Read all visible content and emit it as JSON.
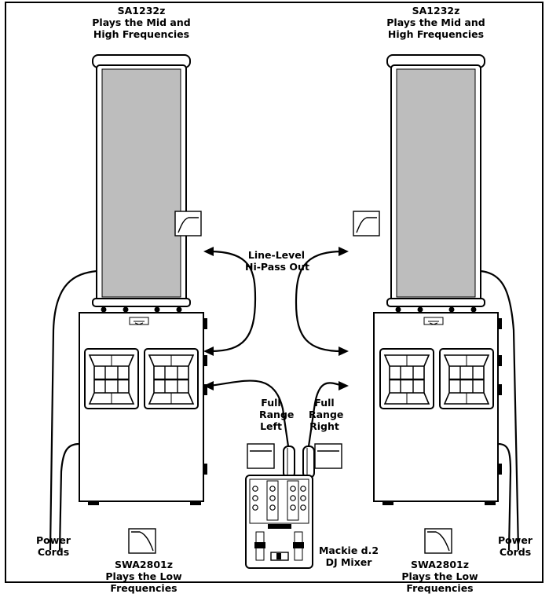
{
  "top_left": {
    "model": "SA1232z",
    "line1": "Plays the Mid and",
    "line2": "High Frequencies"
  },
  "top_right": {
    "model": "SA1232z",
    "line1": "Plays the Mid and",
    "line2": "High Frequencies"
  },
  "line_level": {
    "line1": "Line-Level",
    "line2": "Hi-Pass Out"
  },
  "full_left": {
    "line1": "Full",
    "line2": "Range",
    "line3": "Left"
  },
  "full_right": {
    "line1": "Full",
    "line2": "Range",
    "line3": "Right"
  },
  "power_left": {
    "line1": "Power",
    "line2": "Cords"
  },
  "power_right": {
    "line1": "Power",
    "line2": "Cords"
  },
  "sub_left": {
    "model": "SWA2801z",
    "line1": "Plays the Low",
    "line2": "Frequencies"
  },
  "sub_right": {
    "model": "SWA2801z",
    "line1": "Plays the Low",
    "line2": "Frequencies"
  },
  "mixer": {
    "line1": "Mackie d.2",
    "line2": "DJ Mixer"
  },
  "colors": {
    "grille": "#bdbdbd",
    "line": "#000000",
    "background": "#ffffff"
  },
  "icons": [
    "high-pass-filter-icon",
    "low-pass-filter-icon",
    "flat-response-icon"
  ]
}
